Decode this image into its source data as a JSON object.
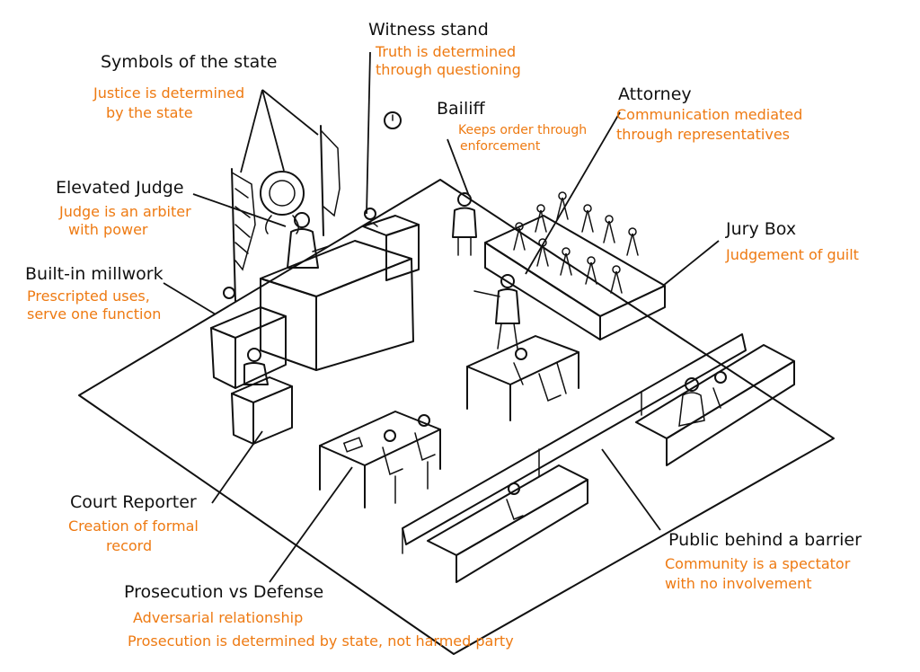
{
  "annotations": {
    "symbols_of_state": {
      "title": "Symbols of the state",
      "desc": [
        "Justice is determined",
        "by the state"
      ]
    },
    "witness_stand": {
      "title": "Witness stand",
      "desc": [
        "Truth is determined",
        "through questioning"
      ]
    },
    "bailiff": {
      "title": "Bailiff",
      "desc": [
        "Keeps order through",
        "enforcement"
      ]
    },
    "attorney": {
      "title": "Attorney",
      "desc": [
        "Communication mediated",
        "through representatives"
      ]
    },
    "elevated_judge": {
      "title": "Elevated Judge",
      "desc": [
        "Judge is an arbiter",
        "with power"
      ]
    },
    "jury_box": {
      "title": "Jury Box",
      "desc": [
        "Judgement of guilt"
      ]
    },
    "built_in_millwork": {
      "title": "Built-in millwork",
      "desc": [
        "Prescripted uses,",
        "serve one function"
      ]
    },
    "court_reporter": {
      "title": "Court Reporter",
      "desc": [
        "Creation of formal",
        "record"
      ]
    },
    "public_barrier": {
      "title": "Public behind a barrier",
      "desc": [
        "Community is a spectator",
        "with no involvement"
      ]
    },
    "prosecution_defense": {
      "title": "Prosecution vs Defense",
      "desc": [
        "Adversarial relationship",
        "Prosecution is determined by state, not harmed party"
      ]
    }
  },
  "colors": {
    "ink": "#111111",
    "accent": "#ee7a12",
    "paper": "#ffffff"
  }
}
